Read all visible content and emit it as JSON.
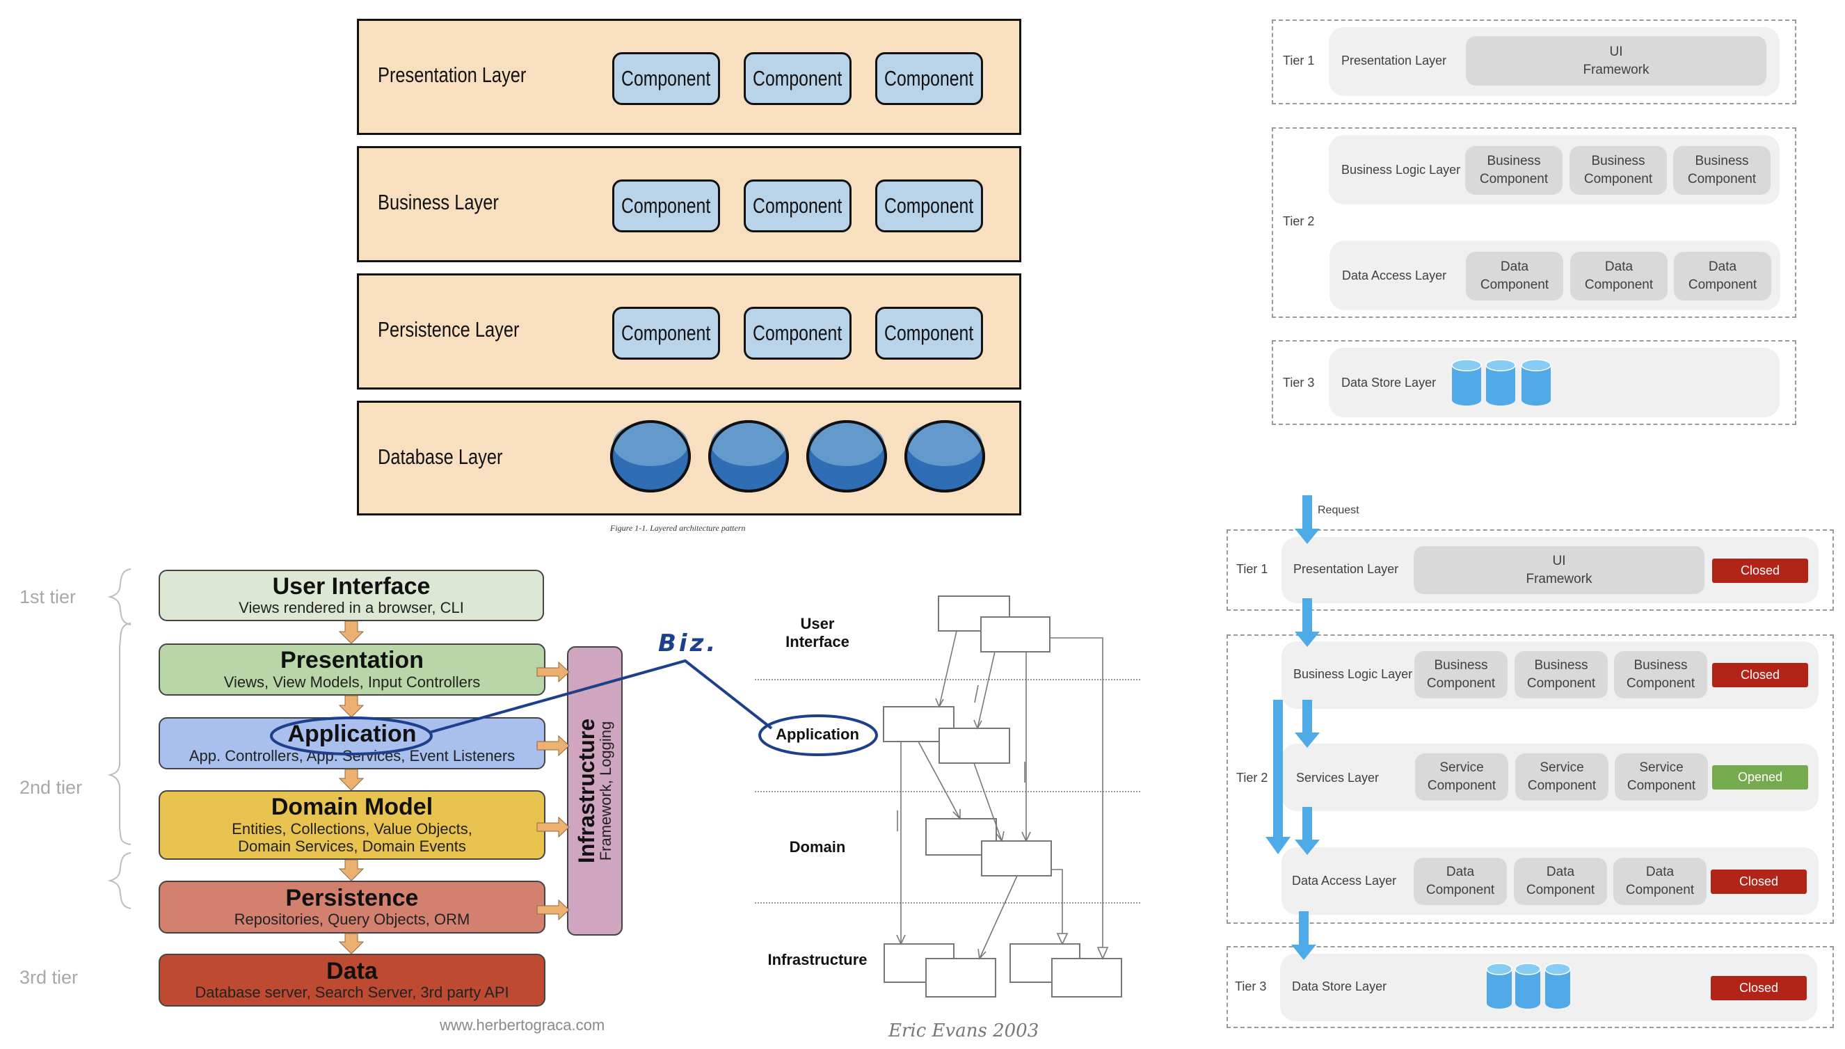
{
  "layered_figure": {
    "layers": [
      {
        "name": "Presentation Layer",
        "components": [
          "Component",
          "Component",
          "Component"
        ]
      },
      {
        "name": "Business Layer",
        "components": [
          "Component",
          "Component",
          "Component"
        ]
      },
      {
        "name": "Persistence Layer",
        "components": [
          "Component",
          "Component",
          "Component"
        ]
      },
      {
        "name": "Database Layer",
        "databases": 4
      }
    ],
    "caption": "Figure 1-1. Layered architecture pattern"
  },
  "tiers_figure": {
    "tier1": {
      "label": "Tier 1",
      "layer": "Presentation Layer",
      "box_line1": "UI",
      "box_line2": "Framework"
    },
    "tier2": {
      "label": "Tier 2",
      "business": {
        "layer": "Business Logic Layer",
        "components": [
          [
            "Business",
            "Component"
          ],
          [
            "Business",
            "Component"
          ],
          [
            "Business",
            "Component"
          ]
        ]
      },
      "data_access": {
        "layer": "Data Access Layer",
        "components": [
          [
            "Data",
            "Component"
          ],
          [
            "Data",
            "Component"
          ],
          [
            "Data",
            "Component"
          ]
        ]
      }
    },
    "tier3": {
      "label": "Tier 3",
      "layer": "Data Store Layer",
      "databases": 3
    }
  },
  "open_closed_figure": {
    "request_label": "Request",
    "tier1": {
      "label": "Tier 1",
      "layer": "Presentation Layer",
      "box_line1": "UI",
      "box_line2": "Framework",
      "status": "Closed"
    },
    "tier2": {
      "label": "Tier 2",
      "business": {
        "layer": "Business Logic Layer",
        "components": [
          [
            "Business",
            "Component"
          ],
          [
            "Business",
            "Component"
          ],
          [
            "Business",
            "Component"
          ]
        ],
        "status": "Closed"
      },
      "services": {
        "layer": "Services Layer",
        "components": [
          [
            "Service",
            "Component"
          ],
          [
            "Service",
            "Component"
          ],
          [
            "Service",
            "Component"
          ]
        ],
        "status": "Opened"
      },
      "data_access": {
        "layer": "Data Access Layer",
        "components": [
          [
            "Data",
            "Component"
          ],
          [
            "Data",
            "Component"
          ],
          [
            "Data",
            "Component"
          ]
        ],
        "status": "Closed"
      }
    },
    "tier3": {
      "label": "Tier 3",
      "layer": "Data Store Layer",
      "databases": 3,
      "status": "Closed"
    },
    "colors": {
      "closed": "#b22418",
      "opened": "#76aa4f",
      "arrow": "#4faae8"
    }
  },
  "herbertograca_figure": {
    "tiers": [
      "1st tier",
      "2nd tier",
      "3rd tier"
    ],
    "layers": [
      {
        "title": "User Interface",
        "subtitle": [
          "Views rendered in a browser, CLI"
        ],
        "color": "#dce8d4"
      },
      {
        "title": "Presentation",
        "subtitle": [
          "Views, View Models, Input Controllers"
        ],
        "color": "#b9d6a8"
      },
      {
        "title": "Application",
        "subtitle": [
          "App. Controllers, App. Services, Event Listeners"
        ],
        "color": "#a9bfee"
      },
      {
        "title": "Domain Model",
        "subtitle": [
          "Entities, Collections, Value Objects,",
          "Domain Services, Domain Events"
        ],
        "color": "#e8c34f"
      },
      {
        "title": "Persistence",
        "subtitle": [
          "Repositories, Query Objects, ORM"
        ],
        "color": "#d4806f"
      },
      {
        "title": "Data",
        "subtitle": [
          "Database server, Search Server, 3rd party API"
        ],
        "color": "#be4a32"
      }
    ],
    "infrastructure": {
      "title": "Infrastructure",
      "subtitle": "Framework, Logging"
    },
    "credit": "www.herbertograca.com"
  },
  "annotation": {
    "text": "Biz."
  },
  "evans_figure": {
    "layers": [
      "User Interface",
      "Application",
      "Domain",
      "Infrastructure"
    ],
    "ui_label_line1": "User",
    "ui_label_line2": "Interface",
    "credit": "Eric Evans 2003"
  }
}
